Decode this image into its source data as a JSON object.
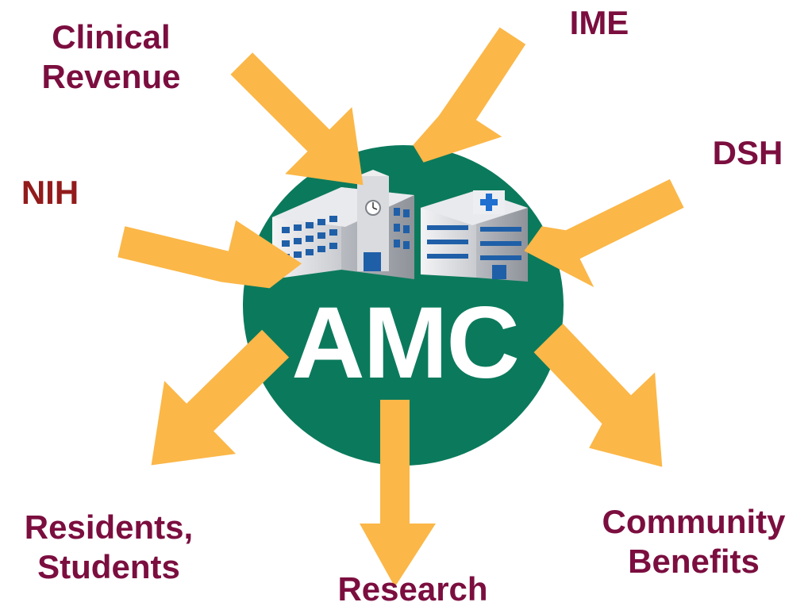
{
  "center": {
    "label": "AMC"
  },
  "labels": {
    "clinical_revenue": [
      "Clinical",
      "Revenue"
    ],
    "ime": "IME",
    "dsh": "DSH",
    "nih": "NIH",
    "residents_students": [
      "Residents,",
      "Students"
    ],
    "research": "Research",
    "community_benefits": [
      "Community",
      "Benefits"
    ]
  },
  "icons": {
    "left_building": "university-hospital-icon",
    "right_building": "hospital-icon"
  },
  "colors": {
    "circle": "#0b7a5c",
    "arrow": "#fbb748",
    "label_maroon": "#7b0e3f",
    "label_red": "#931b1b",
    "center_text": "#ffffff"
  }
}
